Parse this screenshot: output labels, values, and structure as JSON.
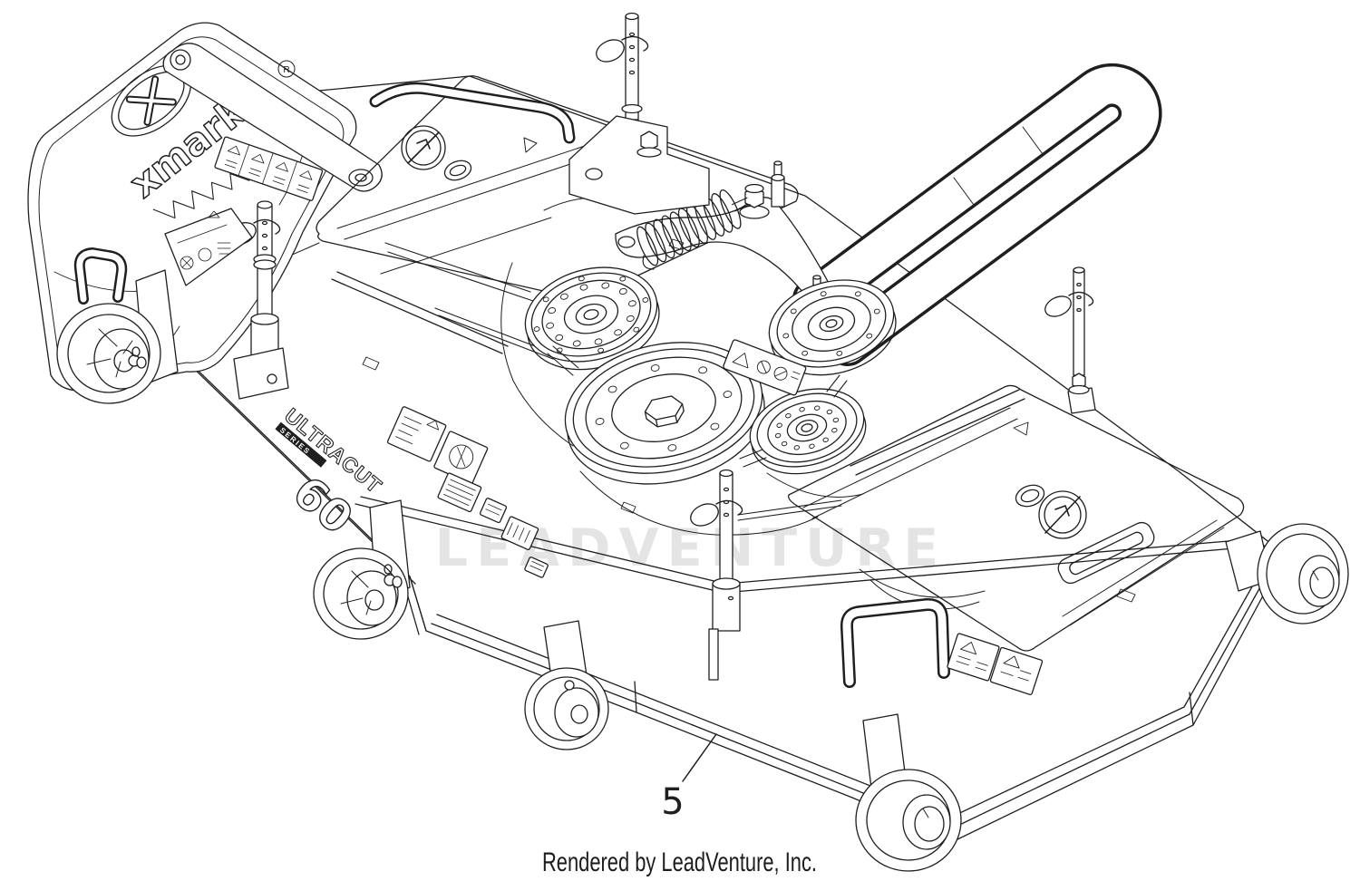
{
  "page": {
    "background": "#ffffff",
    "line_color": "#1f1f1f",
    "watermark": {
      "text": "LEADVENTURE",
      "color": "#e4e4e4"
    },
    "footer": {
      "text": "Rendered by LeadVenture, Inc."
    }
  },
  "diagram": {
    "type": "isometric-parts-line-drawing",
    "subject": "Exmark UltraCut Series 60 inch mower deck assembly",
    "callout": {
      "number": "5"
    },
    "branding": {
      "logo_text": "xmark",
      "logo_mark": "X",
      "registered": "R"
    },
    "deck_decal": {
      "name": "ULTRACUT",
      "series": "SERIES",
      "size": "60"
    },
    "safety_decals": [
      "warning-strip-decal",
      "hazard-diamond-decal",
      "blade-warning-decal",
      "instruction-decal",
      "spec-chart-decal",
      "thrown-object-decal-pair"
    ]
  }
}
